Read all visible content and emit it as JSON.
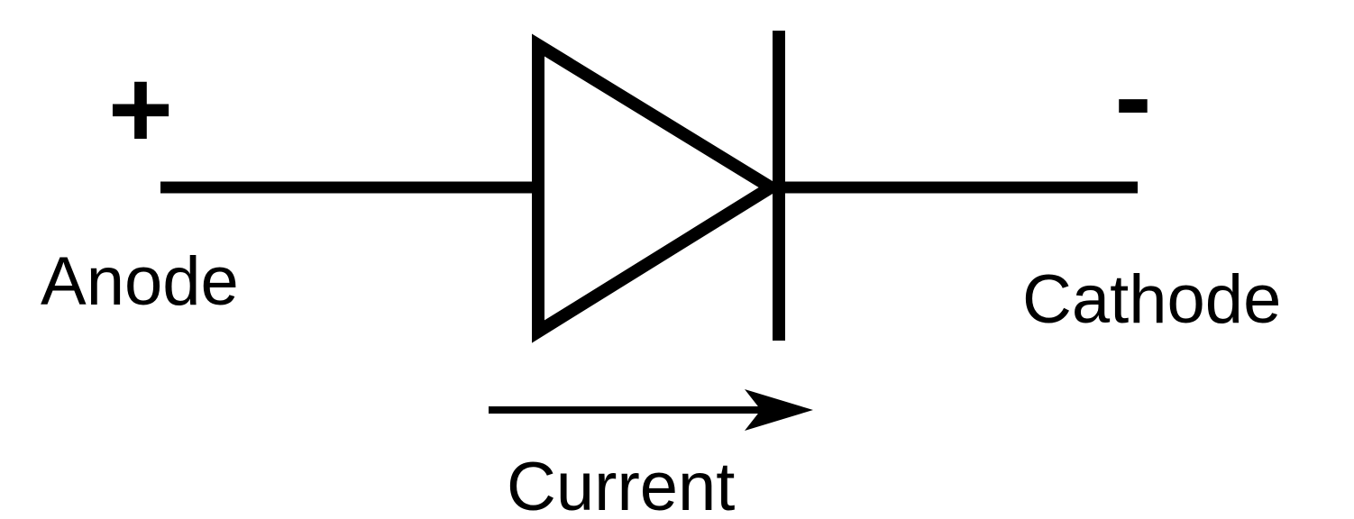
{
  "labels": {
    "anode_sign": "+",
    "cathode_sign": "-",
    "anode": "Anode",
    "cathode": "Cathode",
    "current": "Current"
  },
  "colors": {
    "stroke": "#000000",
    "background": "#ffffff"
  }
}
